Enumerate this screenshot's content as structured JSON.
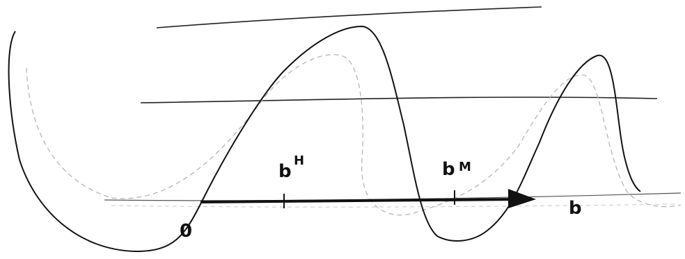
{
  "diagram": {
    "labels": {
      "origin": "0",
      "b_h_base": "b",
      "b_h_sup": "H",
      "b_m_base": "b",
      "b_m_sup": "M",
      "axis_end": "b"
    },
    "colors": {
      "ink": "#111111",
      "faint_curve": "#b5b5b5",
      "background": "#ffffff"
    }
  }
}
